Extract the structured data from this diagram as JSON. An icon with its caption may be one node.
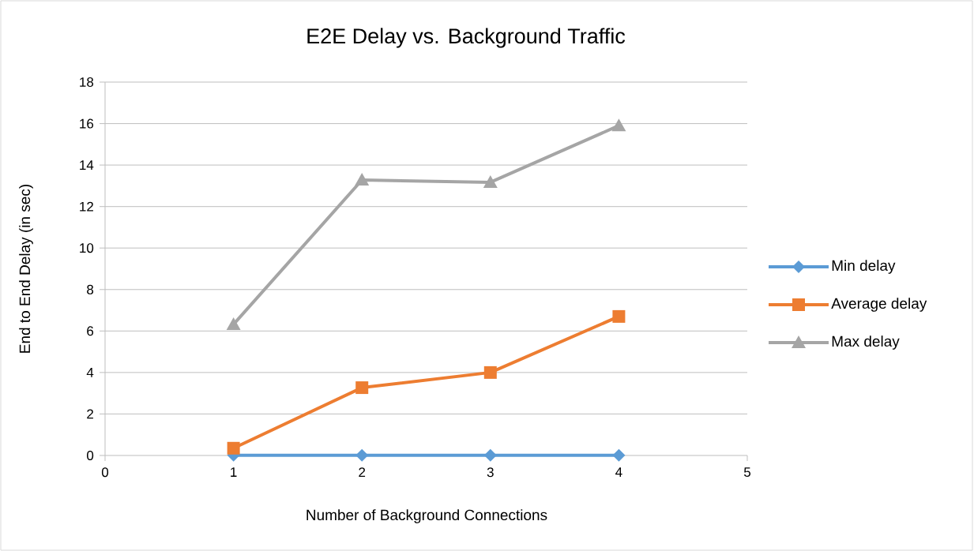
{
  "diagram": {
    "chart_data": {
      "type": "line",
      "title": "E2E Delay vs. Background Traffic",
      "xlabel": "Number of Background Connections",
      "ylabel": "End to End Delay (in sec)",
      "x": [
        1,
        2,
        3,
        4
      ],
      "series": [
        {
          "name": "Min delay",
          "color": "#5b9bd5",
          "marker": "diamond",
          "values": [
            0.01,
            0.01,
            0.01,
            0.01
          ]
        },
        {
          "name": "Average delay",
          "color": "#ed7d31",
          "marker": "square",
          "values": [
            0.35,
            3.27,
            4.0,
            6.7
          ]
        },
        {
          "name": "Max delay",
          "color": "#a5a5a5",
          "marker": "triangle",
          "values": [
            6.32,
            13.28,
            13.17,
            15.9
          ]
        }
      ],
      "grid": "y",
      "legend": "right",
      "xlim": [
        0,
        5
      ],
      "ylim": [
        0,
        18
      ],
      "xticks": [
        0,
        1,
        2,
        3,
        4,
        5
      ],
      "yticks": [
        0,
        2,
        4,
        6,
        8,
        10,
        12,
        14,
        16,
        18
      ]
    }
  }
}
